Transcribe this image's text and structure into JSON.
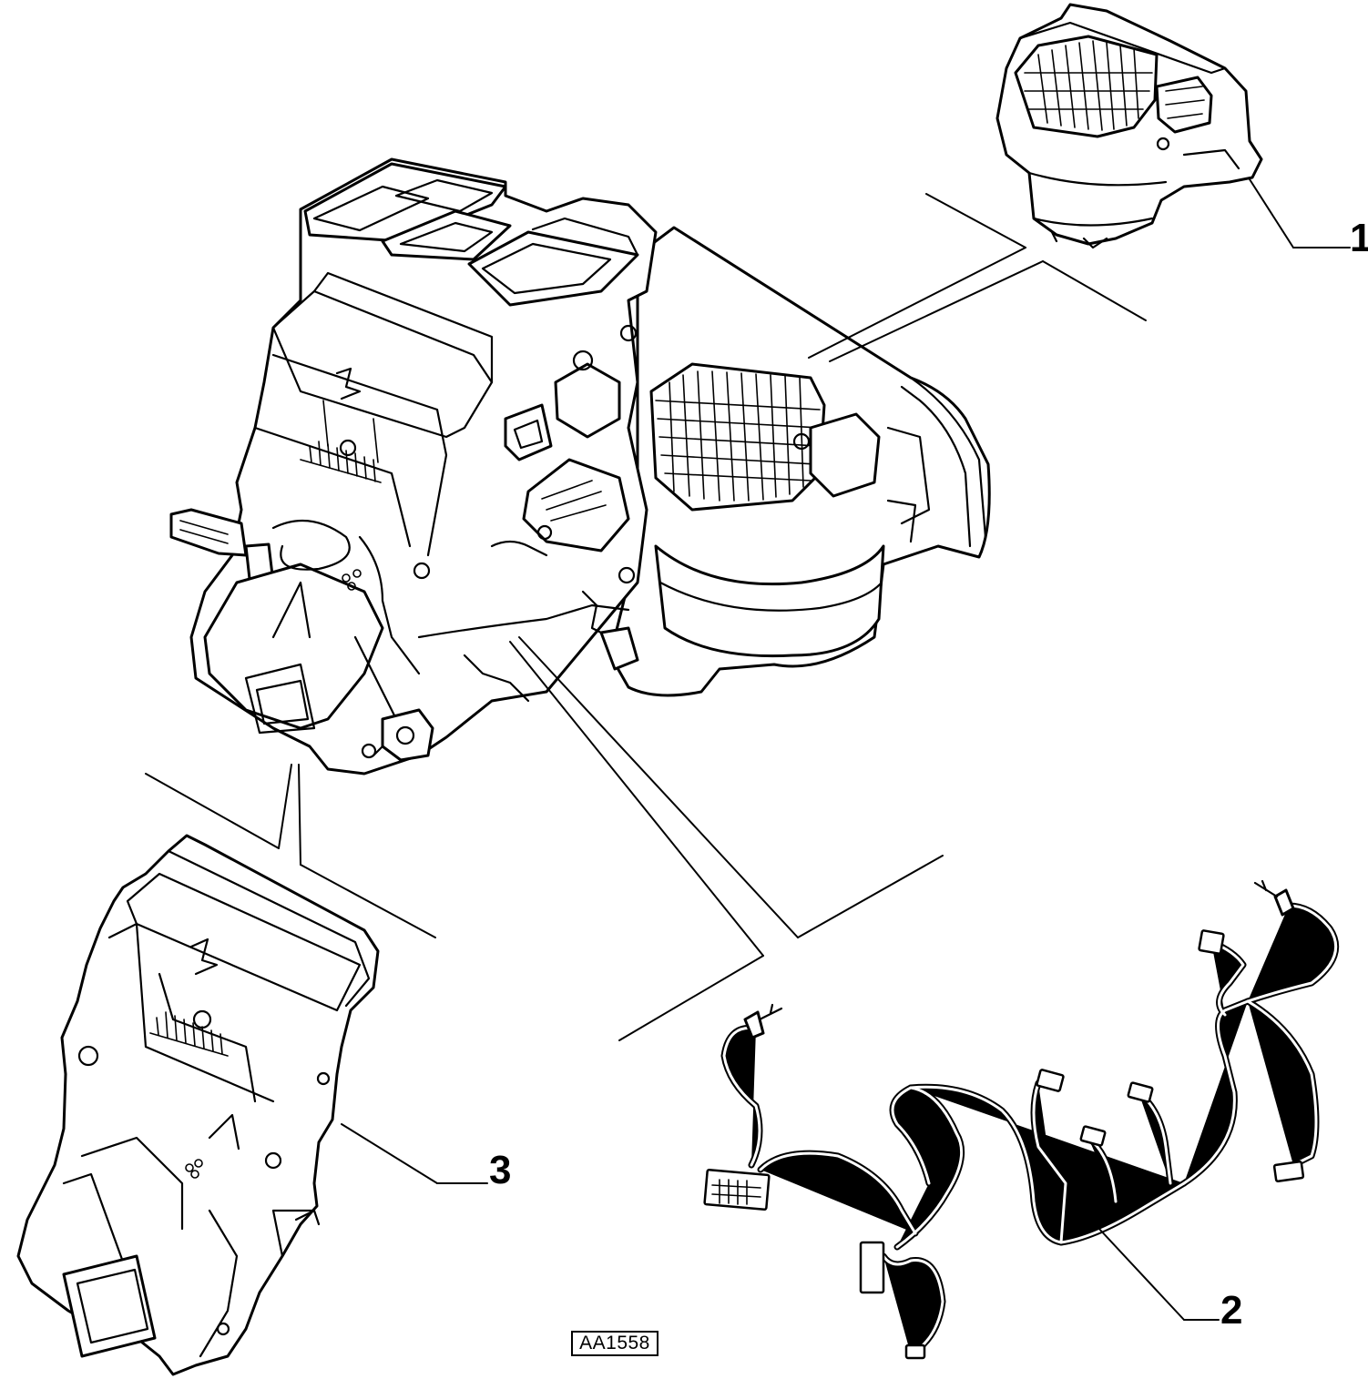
{
  "diagram": {
    "callouts": [
      {
        "id": "1",
        "label": "1"
      },
      {
        "id": "2",
        "label": "2"
      },
      {
        "id": "3",
        "label": "3"
      }
    ],
    "reference_code": "AA1558"
  },
  "colors": {
    "line": "#000000",
    "background": "#ffffff"
  }
}
